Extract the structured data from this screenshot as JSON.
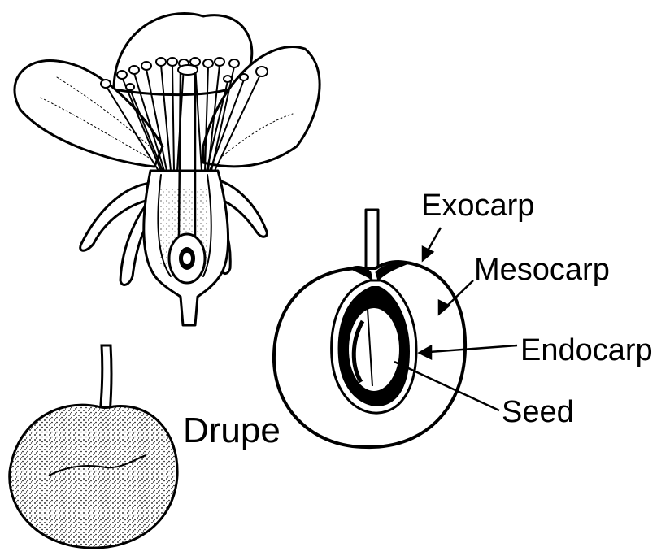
{
  "labels": {
    "drupe": "Drupe",
    "exocarp": "Exocarp",
    "mesocarp": "Mesocarp",
    "endocarp": "Endocarp",
    "seed": "Seed"
  },
  "colors": {
    "ink": "#000000",
    "paper": "#ffffff"
  }
}
